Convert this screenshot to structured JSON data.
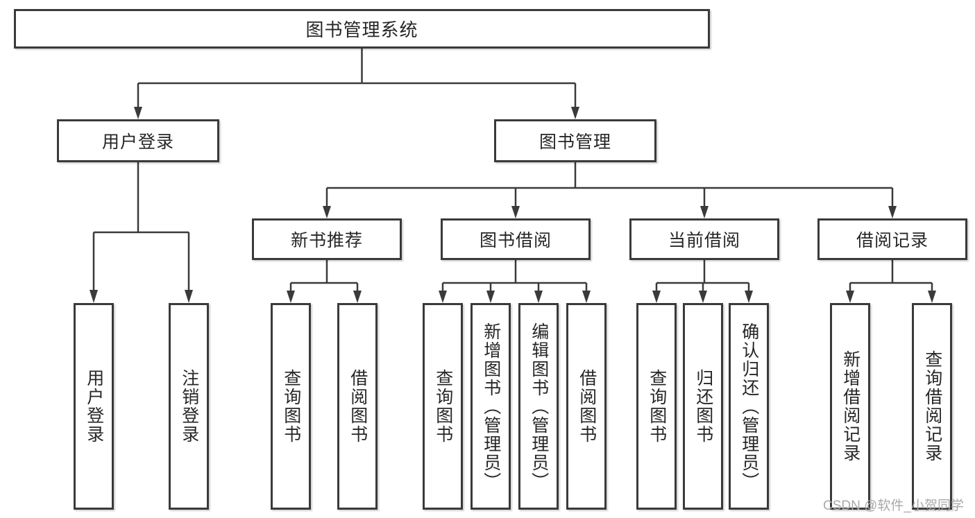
{
  "tree": {
    "root": {
      "label": "图书管理系统",
      "children": [
        {
          "label": "用户登录",
          "children": [
            {
              "label": "用户登录"
            },
            {
              "label": "注销登录"
            }
          ]
        },
        {
          "label": "图书管理",
          "children": [
            {
              "label": "新书推荐",
              "children": [
                {
                  "label": "查询图书"
                },
                {
                  "label": "借阅图书"
                }
              ]
            },
            {
              "label": "图书借阅",
              "children": [
                {
                  "label": "查询图书"
                },
                {
                  "label": "新增图书（管理员）"
                },
                {
                  "label": "编辑图书（管理员）"
                },
                {
                  "label": "借阅图书"
                }
              ]
            },
            {
              "label": "当前借阅",
              "children": [
                {
                  "label": "查询图书"
                },
                {
                  "label": "归还图书"
                },
                {
                  "label": "确认归还（管理员）"
                }
              ]
            },
            {
              "label": "借阅记录",
              "children": [
                {
                  "label": "新增借阅记录"
                },
                {
                  "label": "查询借阅记录"
                }
              ]
            }
          ]
        }
      ]
    }
  },
  "watermark": {
    "text": "CSDN @软件_小贺同学"
  },
  "colors": {
    "line": "#3a3a3a",
    "text": "#262626",
    "box_background": "#ffffff",
    "watermark": "#a9a9a9",
    "background": "#ffffff"
  }
}
